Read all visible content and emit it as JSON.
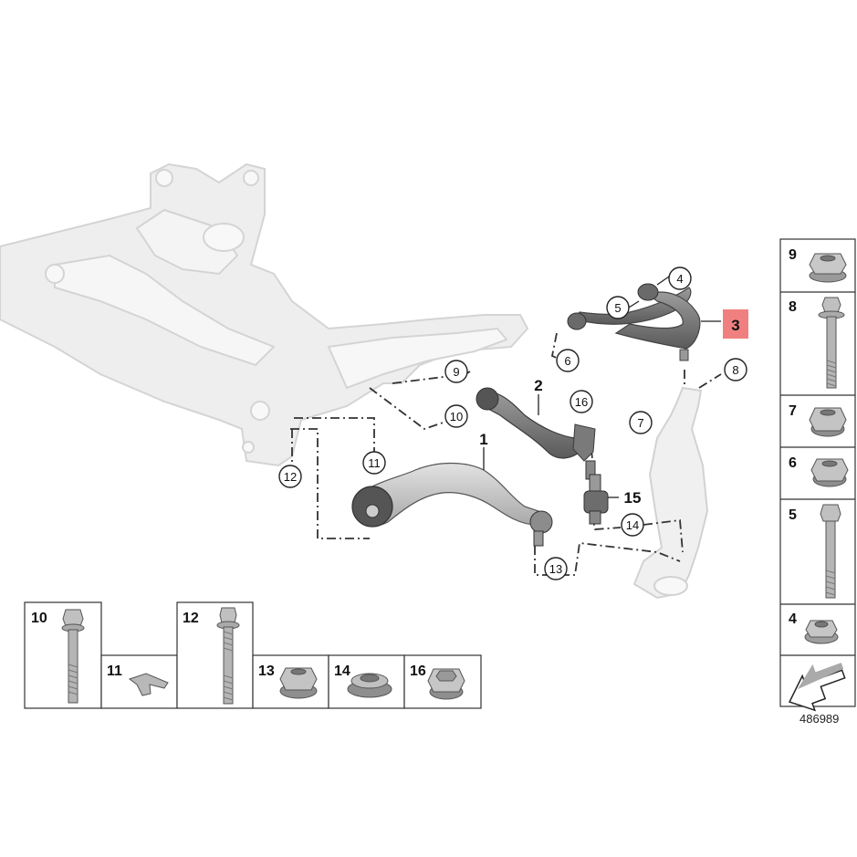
{
  "diagram": {
    "id_number": "486989",
    "highlight_color": "#f08080",
    "highlighted_part": "3",
    "callouts": {
      "c4": "4",
      "c5": "5",
      "c6": "6",
      "c7": "7",
      "c8": "8",
      "c9": "9",
      "c10": "10",
      "c11": "11",
      "c12": "12",
      "c13": "13",
      "c14": "14",
      "c16": "16"
    },
    "bold_labels": {
      "b1": "1",
      "b2": "2",
      "b3": "3",
      "b15": "15"
    }
  },
  "legend_right": [
    {
      "num": "9",
      "icon": "hex-flange-nut-icon"
    },
    {
      "num": "8",
      "icon": "flange-bolt-icon"
    },
    {
      "num": "7",
      "icon": "hex-nut-icon"
    },
    {
      "num": "6",
      "icon": "hex-nut-icon"
    },
    {
      "num": "5",
      "icon": "hex-bolt-icon"
    },
    {
      "num": "4",
      "icon": "self-locking-nut-icon"
    }
  ],
  "legend_bottom": [
    {
      "num": "10",
      "icon": "hex-bolt-icon"
    },
    {
      "num": "11",
      "icon": "clip-icon"
    },
    {
      "num": "12",
      "icon": "stud-bolt-icon"
    },
    {
      "num": "13",
      "icon": "flange-nut-icon"
    },
    {
      "num": "14",
      "icon": "collar-nut-icon"
    },
    {
      "num": "16",
      "icon": "lock-nut-icon"
    }
  ]
}
